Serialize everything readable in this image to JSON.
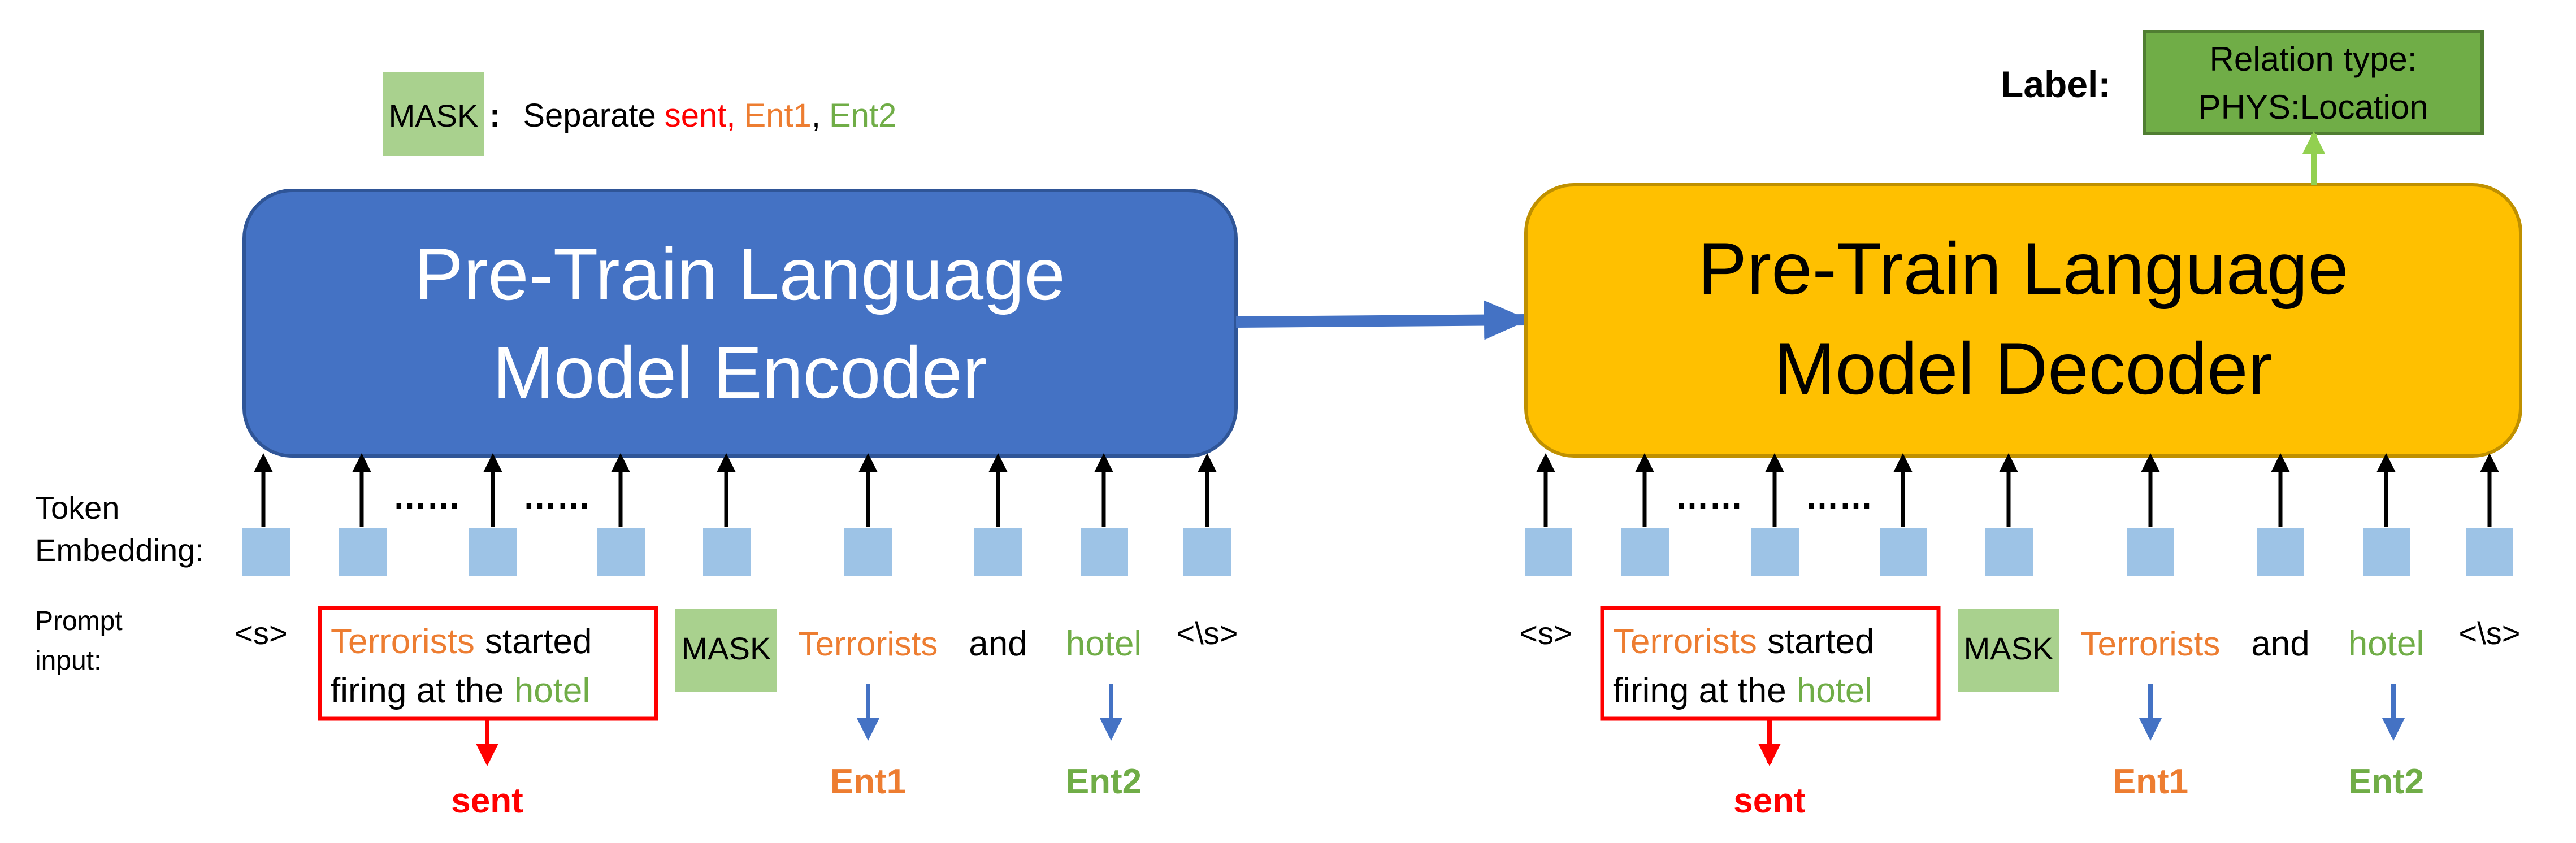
{
  "colors": {
    "encoder_fill": "#4472C4",
    "encoder_stroke": "#2F5597",
    "decoder_fill": "#FFC000",
    "decoder_stroke": "#BF9000",
    "label_fill": "#70AD47",
    "label_stroke": "#507E32",
    "mask_fill": "#A9D18E",
    "token_fill": "#9DC3E6",
    "orange": "#ED7D31",
    "green": "#70AD47",
    "red": "#FF0000",
    "blue": "#4472C4",
    "light_green": "#92D050",
    "black": "#000000",
    "white": "#FFFFFF"
  },
  "legend": {
    "mask": "MASK",
    "colon": ":",
    "separate": "Separate",
    "sent": "sent,",
    "ent1": "Ent1",
    "comma": ",",
    "ent2": "Ent2"
  },
  "encoder": {
    "line1": "Pre-Train Language",
    "line2": "Model Encoder"
  },
  "decoder": {
    "line1": "Pre-Train Language",
    "line2": "Model Decoder"
  },
  "label": {
    "prefix": "Label:",
    "box_line1": "Relation type:",
    "box_line2": "PHYS:Location"
  },
  "side_labels": {
    "token_line1": "Token",
    "token_line2": "Embedding:",
    "prompt_line1": "Prompt",
    "prompt_line2": "input:"
  },
  "dots": "……",
  "prompt": {
    "bos": "<s>",
    "eos": "<\\s>",
    "word_terrorists": "Terrorists",
    "word_started": "started",
    "line2_prefix": "firing at the",
    "word_hotel": "hotel",
    "mask": "MASK",
    "word_and": "and"
  },
  "outputs": {
    "sent": "sent",
    "ent1": "Ent1",
    "ent2": "Ent2"
  }
}
